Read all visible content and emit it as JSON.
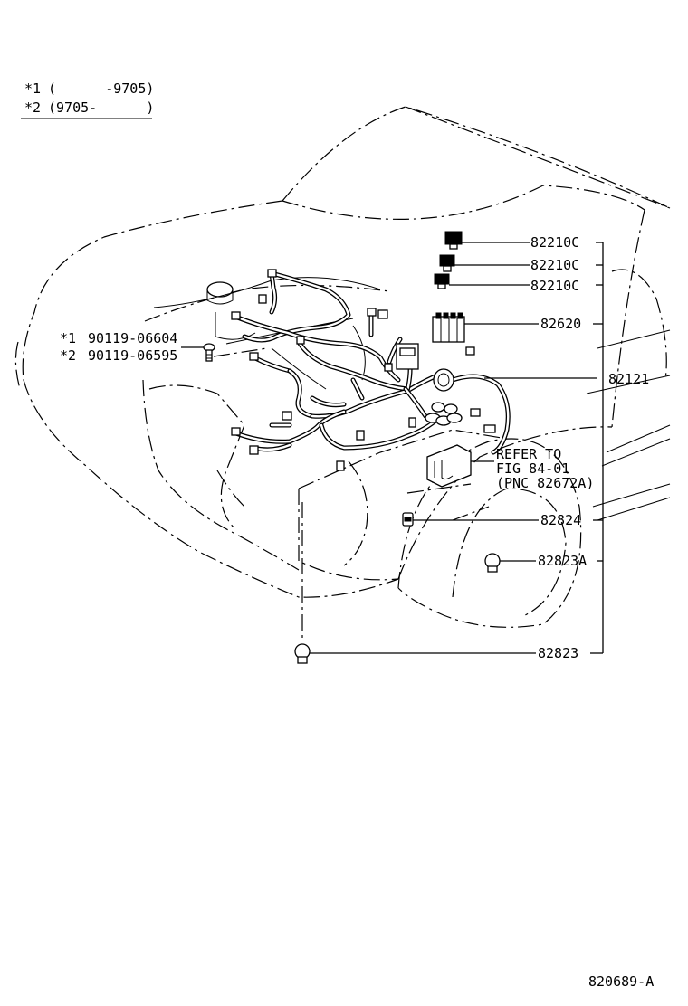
{
  "notes": [
    {
      "star": "*1",
      "range": "(      -9705)"
    },
    {
      "star": "*2",
      "range": "(9705-      )"
    }
  ],
  "bolt_labels": [
    {
      "star": "*1",
      "part": "90119-06604"
    },
    {
      "star": "*2",
      "part": "90119-06595"
    }
  ],
  "callouts": [
    {
      "id": "relay-1",
      "part": "82210C"
    },
    {
      "id": "relay-2",
      "part": "82210C"
    },
    {
      "id": "relay-3",
      "part": "82210C"
    },
    {
      "id": "junction-block",
      "part": "82620"
    },
    {
      "id": "engine-wire",
      "part": "82121"
    },
    {
      "id": "clamp",
      "part": "82824"
    },
    {
      "id": "clip-a",
      "part": "82823A"
    },
    {
      "id": "clip",
      "part": "82823"
    }
  ],
  "reference": {
    "line1": "REFER TO",
    "line2": "FIG 84-01",
    "line3": "(PNC 82672A)"
  },
  "figure_number": "820689-A"
}
